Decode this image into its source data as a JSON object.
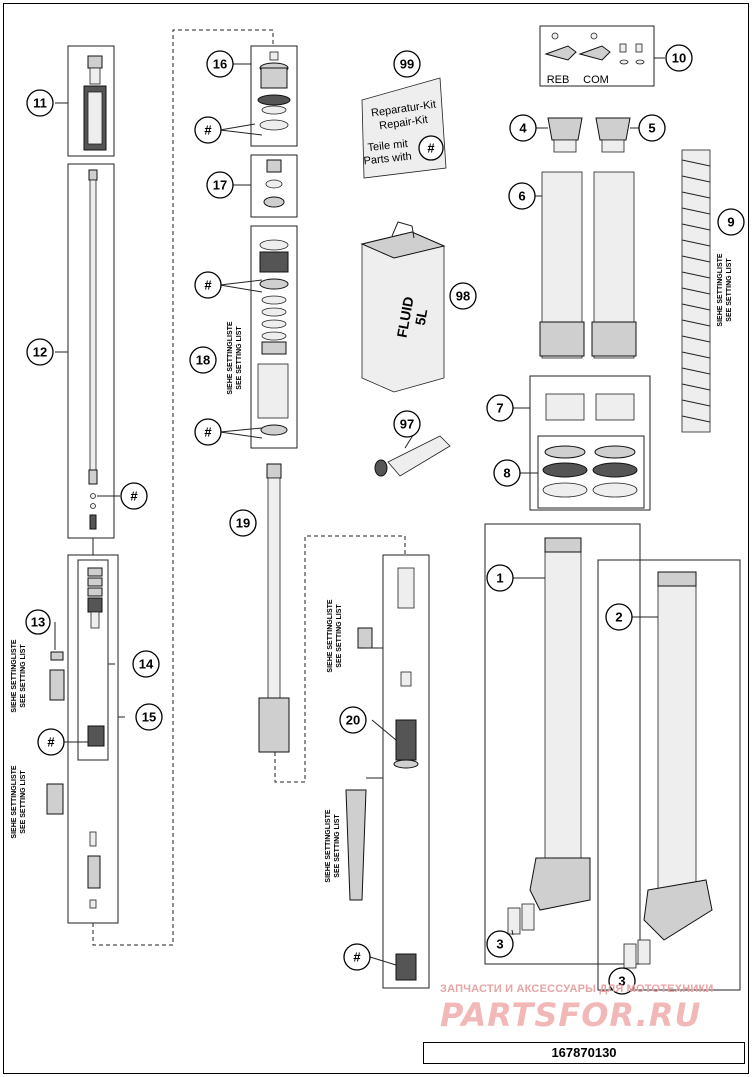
{
  "callouts": [
    "1",
    "2",
    "3",
    "3",
    "4",
    "5",
    "6",
    "7",
    "8",
    "9",
    "10",
    "11",
    "12",
    "13",
    "14",
    "15",
    "16",
    "17",
    "18",
    "19",
    "20",
    "#",
    "#",
    "#",
    "#",
    "#",
    "#",
    "97",
    "98",
    "99"
  ],
  "repair_kit": {
    "line1": "Reparatur-Kit",
    "line2": "Repair-Kit",
    "line3": "Teile mit",
    "line4": "Parts with",
    "symbol": "#"
  },
  "fluid_can": {
    "label1": "FLUID",
    "label2": "5L"
  },
  "setting_list": {
    "de": "SIEHE SETTINGLISTE",
    "en": "SEE SETTING LIST"
  },
  "caps": {
    "reb": "REB",
    "com": "COM"
  },
  "watermark": {
    "subtitle": "ЗАПЧАСТИ И АКСЕССУАРЫ ДЛЯ МОТОТЕХНИКИ",
    "logo": "PARTSFOR.RU"
  },
  "document_number": "167870130"
}
